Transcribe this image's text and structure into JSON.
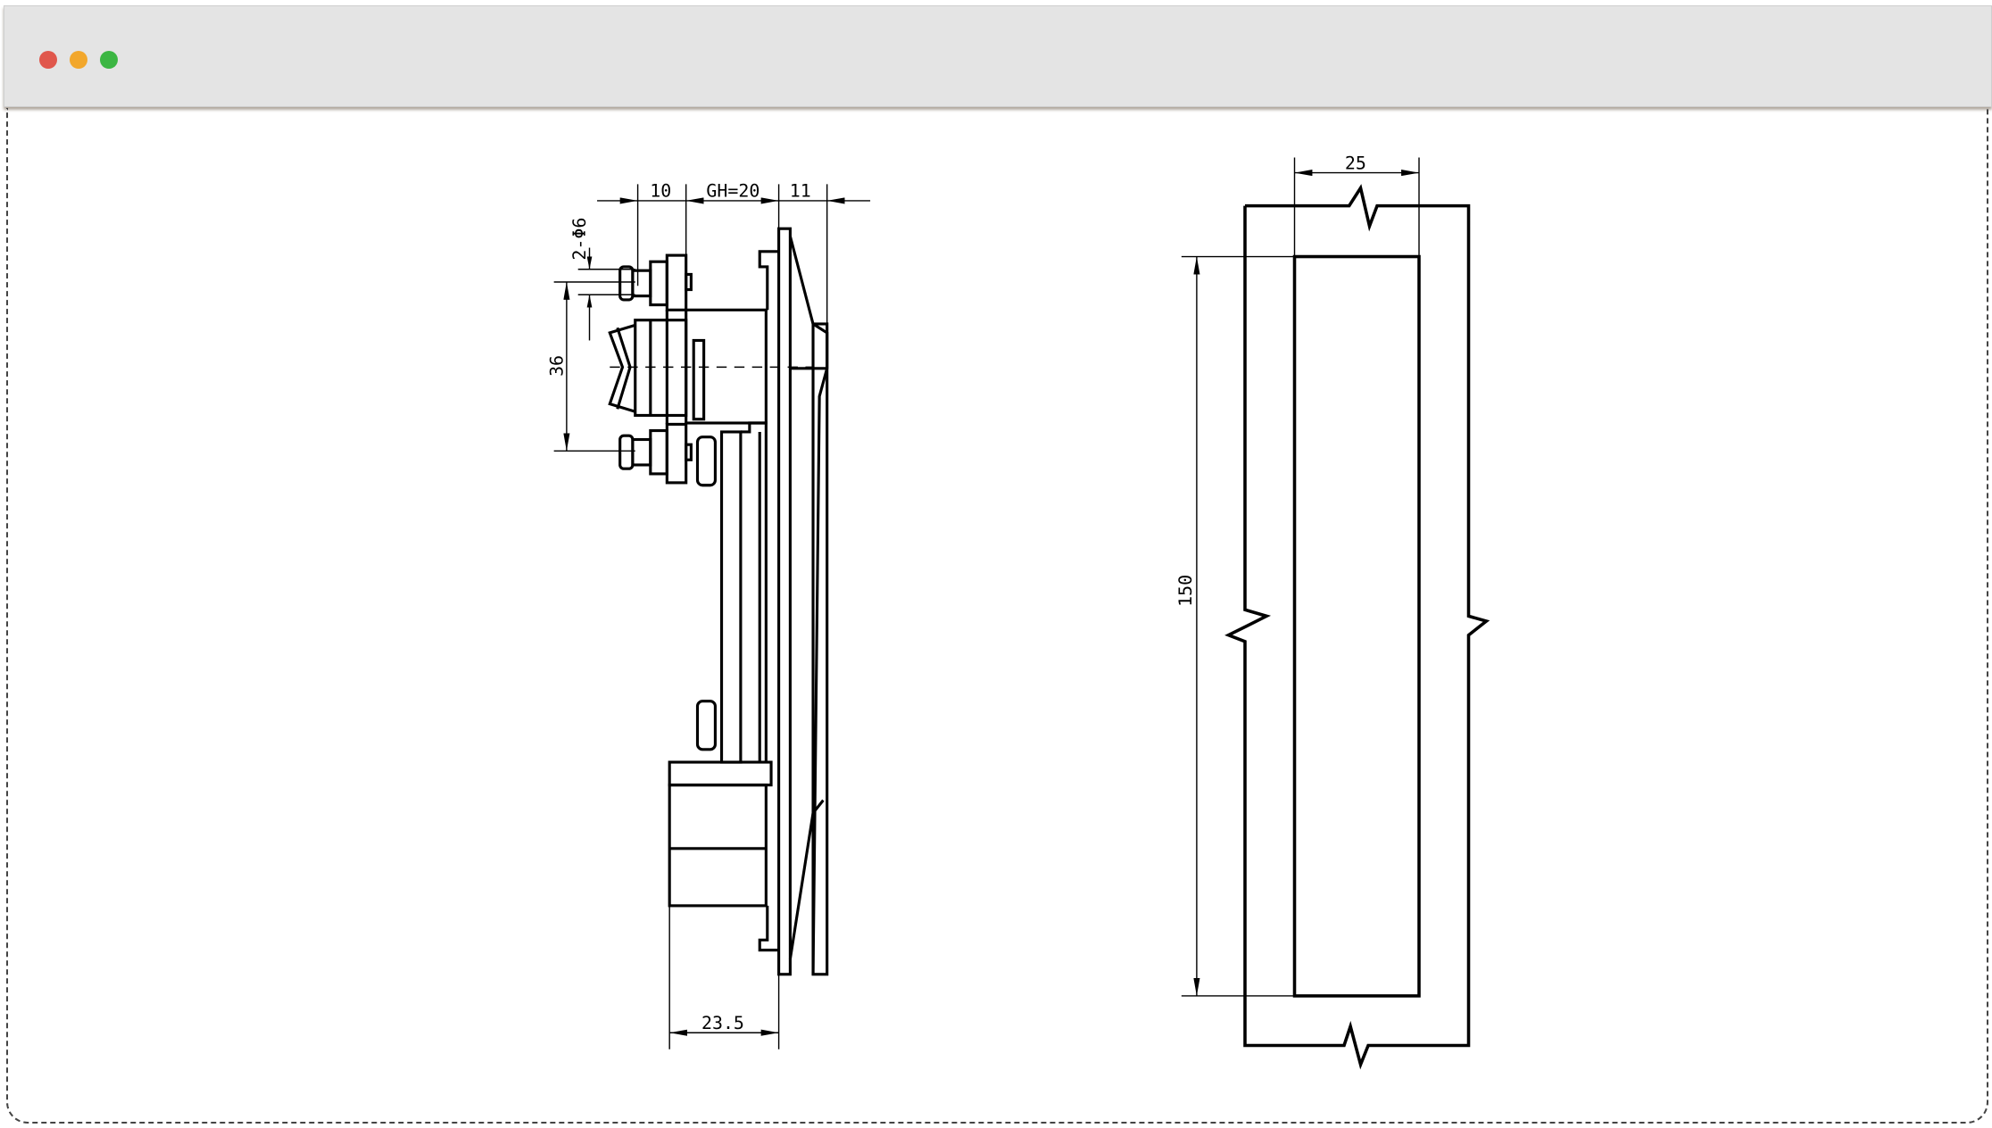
{
  "window": {
    "controls": [
      {
        "name": "close",
        "color": "#e0574c"
      },
      {
        "name": "minimize",
        "color": "#f2a72c"
      },
      {
        "name": "maximize",
        "color": "#3cb643"
      }
    ]
  },
  "drawing": {
    "side_view": {
      "dim_top_a": "10",
      "dim_top_b": "GH=20",
      "dim_top_c": "11",
      "dim_hole": "2-Φ6",
      "dim_pitch": "36",
      "dim_bottom": "23.5"
    },
    "front_view": {
      "dim_width": "25",
      "dim_height": "150"
    }
  }
}
